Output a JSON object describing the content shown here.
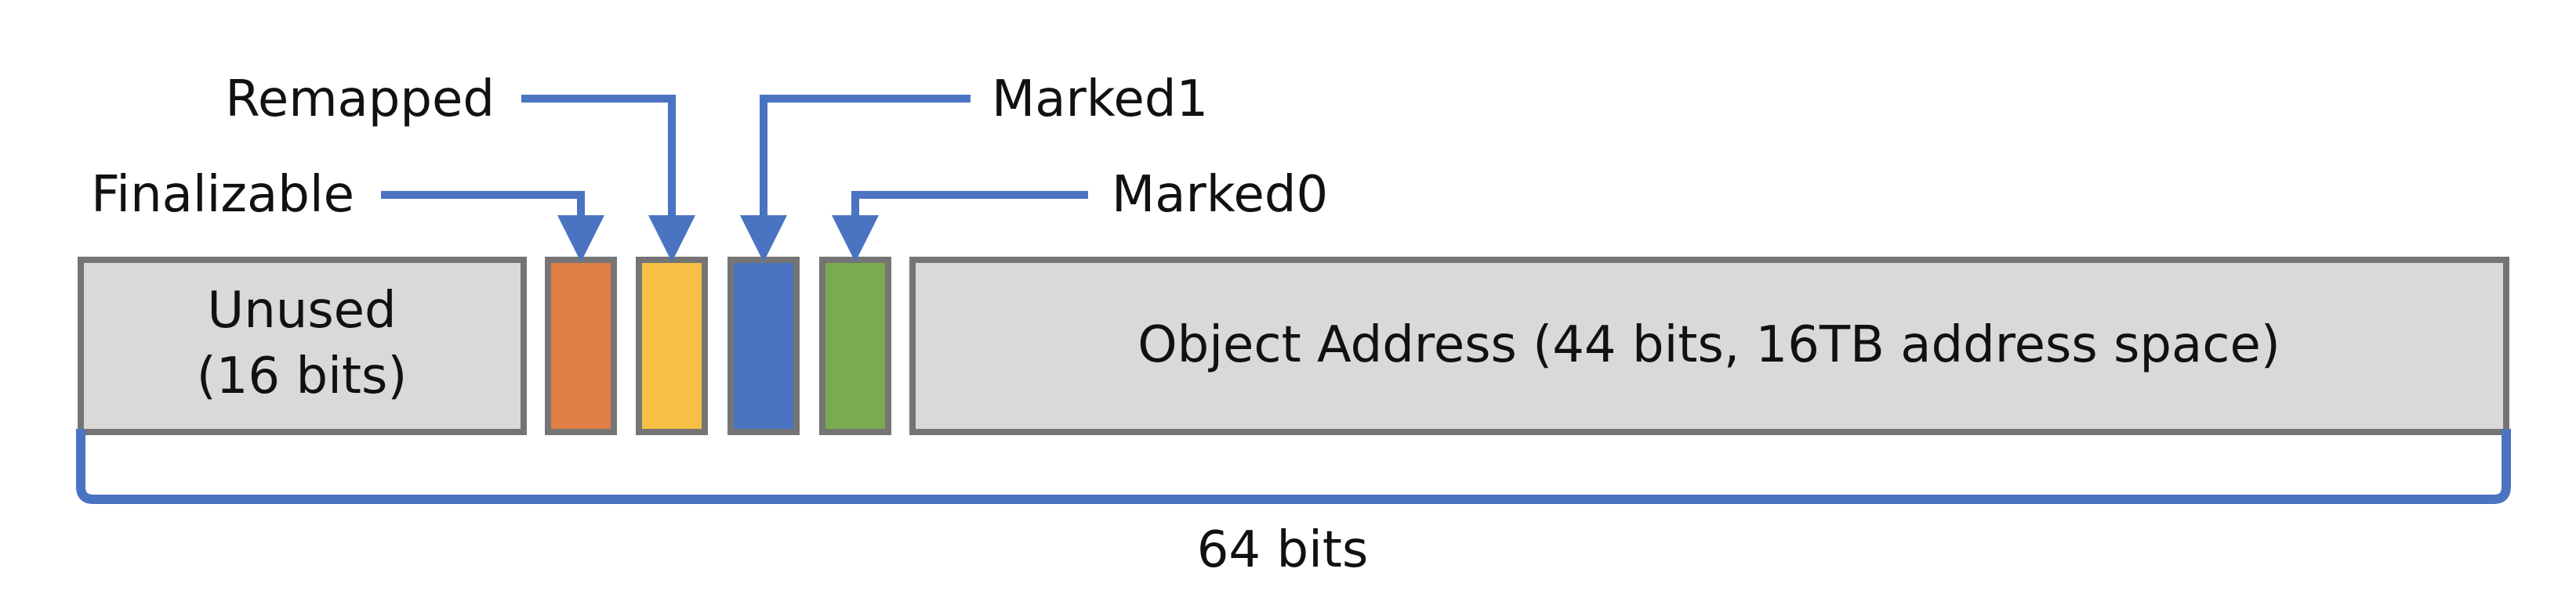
{
  "labels": {
    "remapped": "Remapped",
    "marked1": "Marked1",
    "finalizable": "Finalizable",
    "marked0": "Marked0"
  },
  "segments": {
    "unused_line1": "Unused",
    "unused_line2": "(16 bits)",
    "address": "Object Address (44 bits, 16TB address space)"
  },
  "total": "64 bits",
  "colors": {
    "box_fill": "#d9d9d9",
    "box_border": "#757575",
    "finalizable": "#e07f45",
    "remapped": "#f5c043",
    "marked1": "#4a73c2",
    "marked0": "#7aab50",
    "arrow": "#4a73c2"
  }
}
